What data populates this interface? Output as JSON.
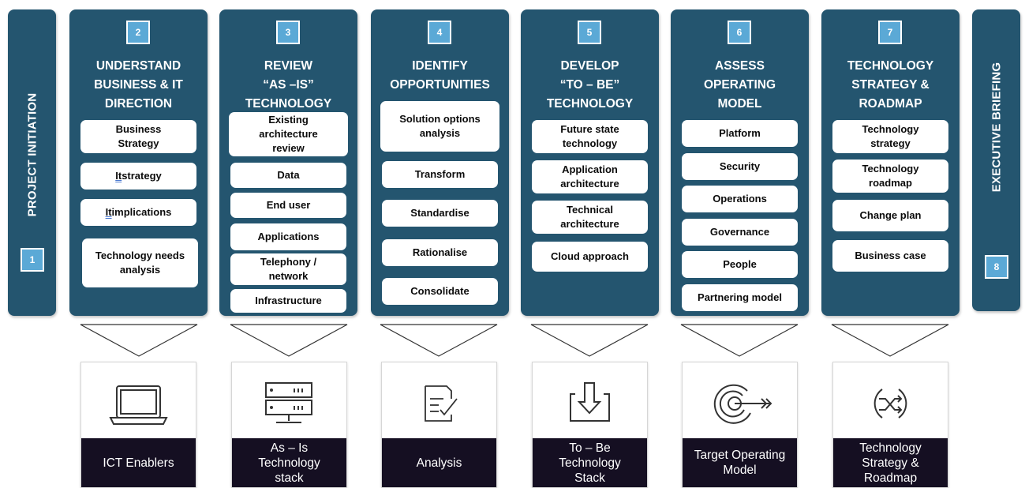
{
  "side_left": {
    "title": "PROJECT INITIATION",
    "num": "1"
  },
  "side_right": {
    "title": "EXECUTIVE BRIEFING",
    "num": "8"
  },
  "columns": [
    {
      "num": "2",
      "title": "UNDERSTAND\nBUSINESS & IT\nDIRECTION",
      "items": [
        "Business\nStrategy",
        "It",
        " strategy",
        "It",
        " implications",
        "Technology needs\nanalysis"
      ]
    },
    {
      "num": "3",
      "title": "REVIEW\n“AS –IS”\nTECHNOLOGY",
      "items": [
        "Existing\narchitecture\nreview",
        "Data",
        "End user",
        "Applications",
        "Telephony /\nnetwork",
        "Infrastructure"
      ]
    },
    {
      "num": "4",
      "title": "IDENTIFY\nOPPORTUNITIES",
      "items": [
        "Solution options\nanalysis",
        "Transform",
        "Standardise",
        "Rationalise",
        "Consolidate"
      ]
    },
    {
      "num": "5",
      "title": "DEVELOP\n“TO – BE”\nTECHNOLOGY",
      "items": [
        "Future state\ntechnology",
        "Application\narchitecture",
        "Technical\narchitecture",
        "Cloud approach"
      ]
    },
    {
      "num": "6",
      "title": "ASSESS\nOPERATING\nMODEL",
      "items": [
        "Platform",
        "Security",
        "Operations",
        "Governance",
        "People",
        "Partnering model"
      ]
    },
    {
      "num": "7",
      "title": "TECHNOLOGY\nSTRATEGY &\nROADMAP",
      "items": [
        "Technology\nstrategy",
        "Technology\nroadmap",
        "Change plan",
        "Business case"
      ]
    }
  ],
  "outputs": [
    {
      "label": "ICT Enablers",
      "icon": "laptop-icon"
    },
    {
      "label": "As – Is\nTechnology\nstack",
      "icon": "server-icon"
    },
    {
      "label": "Analysis",
      "icon": "document-check-icon"
    },
    {
      "label": "To – Be\nTechnology\nStack",
      "icon": "download-box-icon"
    },
    {
      "label": "Target Operating\nModel",
      "icon": "target-arrow-icon"
    },
    {
      "label": "Technology\nStrategy &\nRoadmap",
      "icon": "shuffle-icon"
    }
  ],
  "colors": {
    "panel": "#24556f",
    "badge": "#5ba9d6",
    "output_label": "#150f22"
  }
}
